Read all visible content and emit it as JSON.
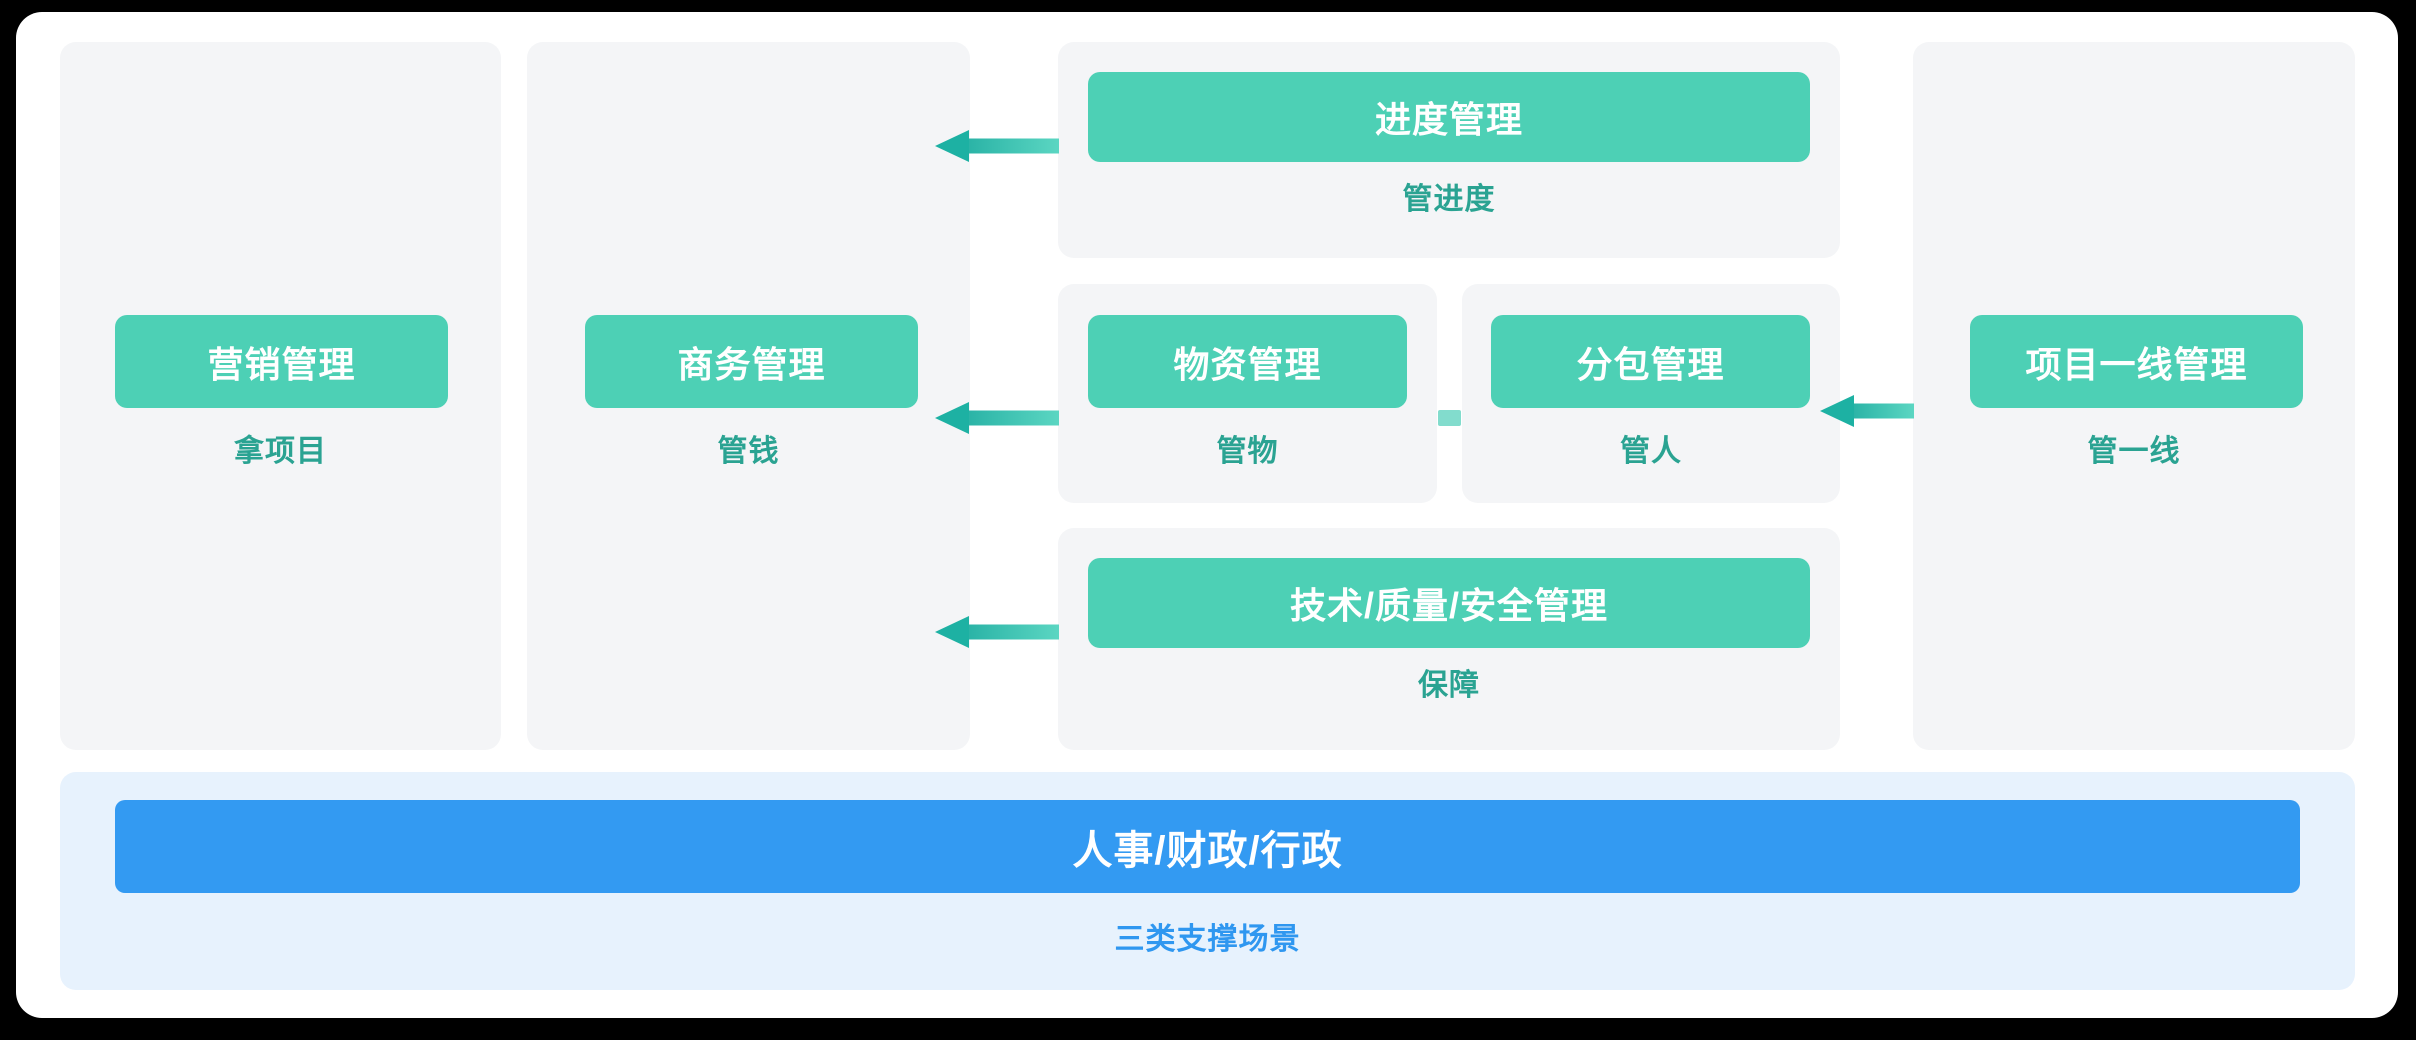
{
  "diagram": {
    "nodes": {
      "marketing": {
        "title": "营销管理",
        "caption": "拿项目"
      },
      "business": {
        "title": "商务管理",
        "caption": "管钱"
      },
      "progress": {
        "title": "进度管理",
        "caption": "管进度"
      },
      "materials": {
        "title": "物资管理",
        "caption": "管物"
      },
      "subcontract": {
        "title": "分包管理",
        "caption": "管人"
      },
      "tech": {
        "title": "技术/质量/安全管理",
        "caption": "保障"
      },
      "frontline": {
        "title": "项目一线管理",
        "caption": "管一线"
      },
      "support": {
        "title": "人事/财政/行政",
        "caption": "三类支撑场景"
      }
    },
    "edges": [
      {
        "from": "进度管理",
        "to": "商务管理"
      },
      {
        "from": "物资管理",
        "to": "商务管理"
      },
      {
        "from": "技术/质量/安全管理",
        "to": "商务管理"
      },
      {
        "from": "项目一线管理",
        "to": "分包管理"
      },
      {
        "from": "物资管理",
        "to": "分包管理",
        "style": "plain-connector"
      }
    ],
    "colors": {
      "canvas_bg": "#000000",
      "sheet_bg": "#ffffff",
      "panel_bg": "#f4f5f7",
      "support_panel_bg": "#e7f2fd",
      "green_button_bg": "#4dd0b5",
      "blue_button_bg": "#339af2",
      "caption_teal": "#2aa392",
      "caption_blue": "#2f97f0",
      "arrow_head": "#1db1a3",
      "arrow_tail_dark": "#2ab3a6",
      "arrow_tail_light": "#5bd6c2",
      "connector": "#82dccd"
    }
  }
}
